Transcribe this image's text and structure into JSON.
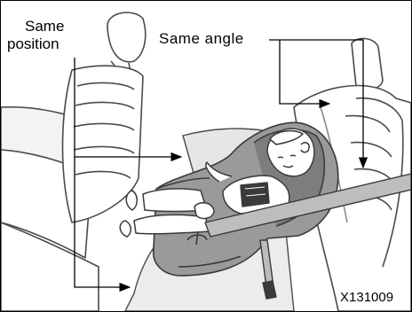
{
  "labels": {
    "same_position_line1": "Same",
    "same_position_line2": "position",
    "same_angle": "Same angle",
    "figure_code": "X131009"
  },
  "colors": {
    "line": "#4a4a4a",
    "seat_fill": "#9a9a9a",
    "seat_dark": "#7d7d7d",
    "shade": "#dadada",
    "belt": "#bdbdbd",
    "background": "#ffffff"
  }
}
